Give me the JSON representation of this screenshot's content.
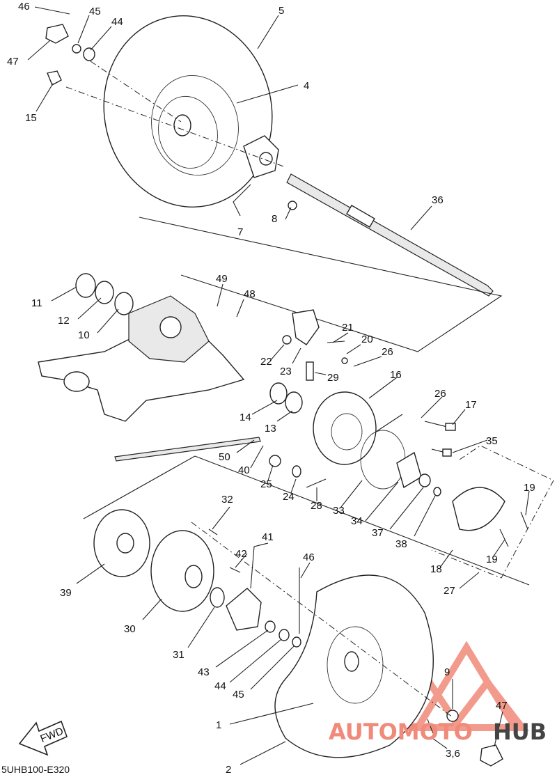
{
  "drawing_code": "5UHB100-E320",
  "fwd_label": "FWD",
  "watermark": {
    "text_a": "AUTOMOTO",
    "text_b": "HUB",
    "color_a": "#f08a7a",
    "color_b": "#444444"
  },
  "callouts": {
    "c46a": "46",
    "c45a": "45",
    "c44a": "44",
    "c47a": "47",
    "c15": "15",
    "c5": "5",
    "c4": "4",
    "c36": "36",
    "c8": "8",
    "c7": "7",
    "c11": "11",
    "c12": "12",
    "c10": "10",
    "c49": "49",
    "c48": "48",
    "c21": "21",
    "c20": "20",
    "c26a": "26",
    "c22": "22",
    "c23": "23",
    "c29": "29",
    "c16": "16",
    "c26b": "26",
    "c17": "17",
    "c14": "14",
    "c13": "13",
    "c50": "50",
    "c40": "40",
    "c35": "35",
    "c25": "25",
    "c24": "24",
    "c28": "28",
    "c33": "33",
    "c34": "34",
    "c37": "37",
    "c38": "38",
    "c19a": "19",
    "c19b": "19",
    "c18": "18",
    "c27": "27",
    "c32": "32",
    "c41": "41",
    "c42": "42",
    "c46b": "46",
    "c39": "39",
    "c30": "30",
    "c31": "31",
    "c43": "43",
    "c44b": "44",
    "c45b": "45",
    "c9": "9",
    "c47b": "47",
    "c1": "1",
    "c2": "2",
    "c36b": "3,6"
  }
}
